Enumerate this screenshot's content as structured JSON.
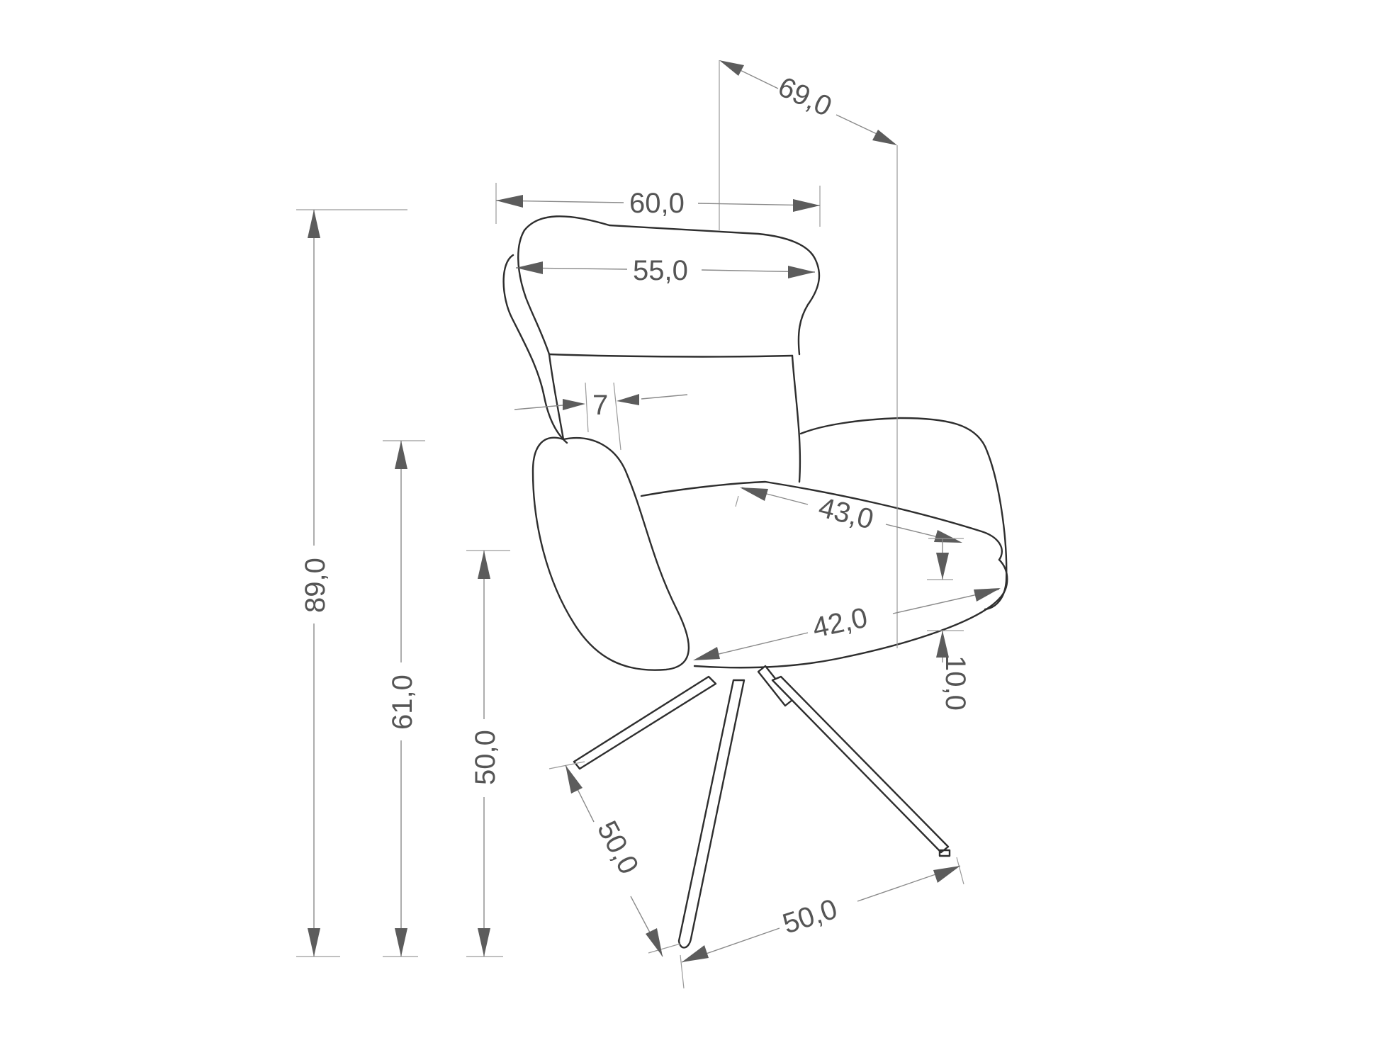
{
  "colors": {
    "outline": "#2e2e2e",
    "dimension_line": "#8a8a8a",
    "arrow": "#5c5c5c",
    "text": "#555555",
    "background": "#ffffff"
  },
  "dimensions": {
    "depth_top": "69,0",
    "overall_width": "60,0",
    "backrest_width": "55,0",
    "side_thickness": "7",
    "overall_height": "89,0",
    "armrest_height": "61,0",
    "seat_height": "50,0",
    "seat_depth": "43,0",
    "seat_width": "42,0",
    "seat_thickness": "10,0",
    "base_depth": "50,0",
    "base_width": "50,0"
  }
}
